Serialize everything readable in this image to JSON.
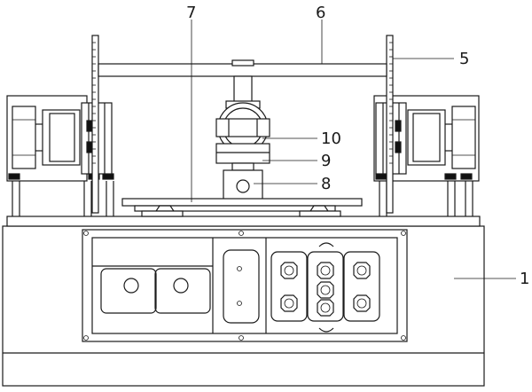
{
  "diagram": {
    "labels": {
      "l1": "1",
      "l5": "5",
      "l6": "6",
      "l7": "7",
      "l8": "8",
      "l9": "9",
      "l10": "10"
    }
  }
}
